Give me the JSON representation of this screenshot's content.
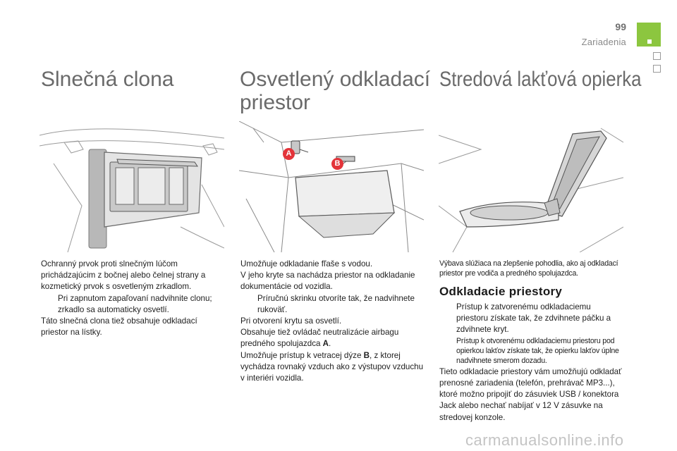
{
  "header": {
    "page_number": "99",
    "chapter": "Zariadenia"
  },
  "columns": [
    {
      "title": "Slnečná clona",
      "paragraphs": [
        "Ochranný prvok proti slnečným lúčom prichádzajúcim z bočnej alebo čelnej strany a kozmetický prvok s osvetleným zrkadlom."
      ],
      "bullets": [
        "Pri zapnutom zapaľovaní nadvihnite clonu; zrkadlo sa automaticky osvetlí."
      ],
      "after": "Táto slnečná clona tiež obsahuje odkladací priestor na lístky."
    },
    {
      "title_line1": "Osvetlený odkladací",
      "title_line2": "priestor",
      "intro": "Umožňuje odkladanie fľaše s vodou.",
      "intro2": "V jeho kryte sa nachádza priestor na odkladanie dokumentácie od vozidla.",
      "bullet": "Príručnú skrinku otvoríte tak, že nadvihnete rukoväť.",
      "p1": "Pri otvorení krytu sa osvetlí.",
      "p2_pre": "Obsahuje tiež ovládač neutralizácie airbagu predného spolujazdca ",
      "p2_bold": "A",
      "p2_post": ".",
      "p3_pre": "Umožňuje prístup k vetracej dýze ",
      "p3_bold": "B",
      "p3_post": ", z ktorej vychádza rovnaký vzduch ako z výstupov vzduchu v interiéri vozidla.",
      "label_a": "A",
      "label_b": "B"
    },
    {
      "title": "Stredová lakťová opierka",
      "intro": "Výbava slúžiaca na zlepšenie pohodlia, ako aj odkladací priestor pre vodiča a predného spolujazdca.",
      "subheading": "Odkladacie priestory",
      "bullet1": "Prístup k zatvorenému odkladaciemu priestoru získate tak, že zdvihnete páčku a zdvihnete kryt.",
      "bullet2": "Prístup k otvorenému odkladaciemu priestoru pod opierkou lakťov získate tak, že opierku lakťov úplne nadvihnete smerom dozadu.",
      "outro": "Tieto odkladacie priestory vám umožňujú odkladať prenosné zariadenia (telefón, prehrávač MP3...), ktoré možno pripojiť do zásuviek USB / konektora Jack alebo nechať nabíjať v 12 V zásuvke na stredovej konzole."
    }
  ],
  "bullet_symbol": "",
  "watermark": "carmanualsonline.info",
  "colors": {
    "accent_green": "#8cc63f",
    "marker_red": "#e3343a",
    "title_gray": "#6a6a6a"
  },
  "icons": [
    "bullet-icon",
    "chapter-tab-icon"
  ]
}
